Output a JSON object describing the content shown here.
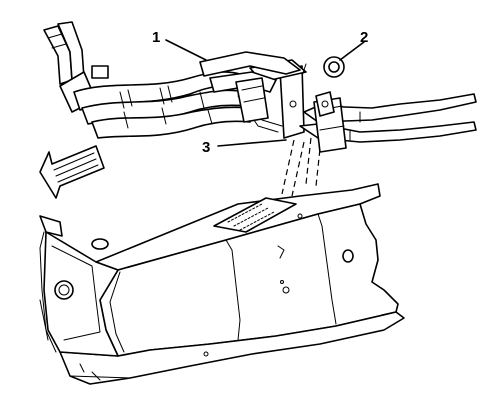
{
  "callouts": [
    {
      "id": "1",
      "label": "1"
    },
    {
      "id": "2",
      "label": "2"
    },
    {
      "id": "3",
      "label": "3"
    }
  ],
  "icons": {
    "direction_arrow": "front-direction-arrow-icon"
  },
  "colors": {
    "line": "#000000",
    "background": "#ffffff",
    "hatch": "#555555"
  }
}
